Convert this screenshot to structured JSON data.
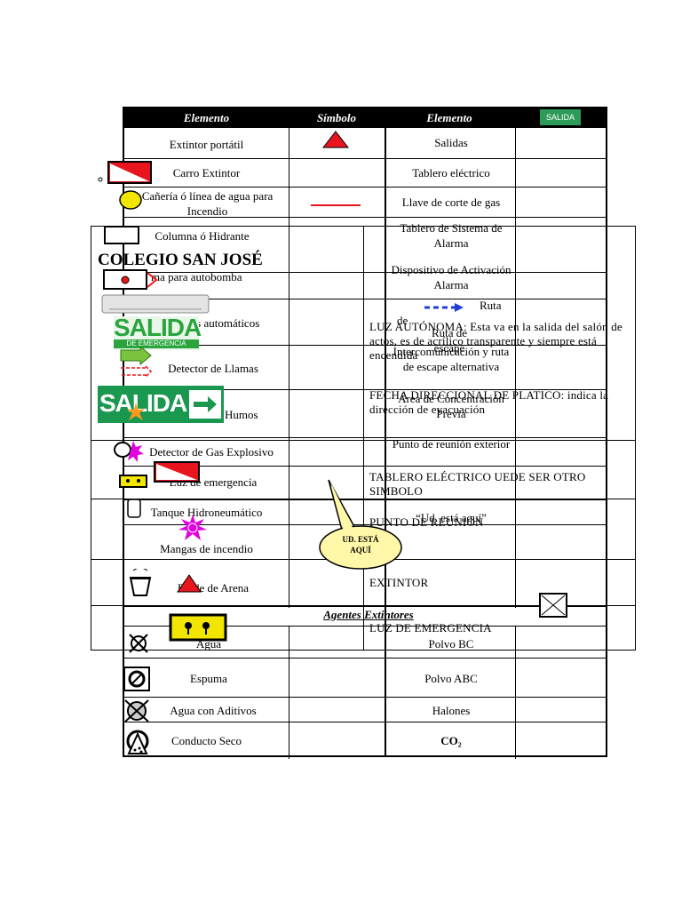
{
  "header": {
    "col1": "Elemento",
    "col2": "Símbolo",
    "col3": "Elemento",
    "col4_badge": "SALIDA"
  },
  "left_rows": [
    "Extintor portátil",
    "Carro Extintor",
    "Cañería ó línea de agua para Incendio",
    "Columna ó Hidrante",
    "ma para autobomba",
    "Rociadores automáticos",
    "Detector de Llamas",
    "Detector de Humos",
    "Detector de Gas Explosivo",
    "Luz de emergencia",
    "Tanque Hidroneumático",
    "Mangas de incendio",
    "Balde de Arena"
  ],
  "right_rows": [
    "Salidas",
    "Tablero eléctrico",
    "Llave de corte de gas",
    "Tablero de Sistema de Alarma",
    "Dispositivo de Activación Alarma",
    "Ruta de escape",
    "Intercomunicación y ruta de escape alternativa",
    "Área de Concentración Previa",
    "Punto de reunión exterior",
    "“Ud. está aquí”"
  ],
  "agentes": {
    "title": "Agentes Extintores",
    "left": [
      "Agua",
      "Espuma",
      "Agua con Aditivos",
      "Conducto Seco"
    ],
    "right": [
      "Polvo BC",
      "Polvo ABC",
      "Halones",
      "CO₂"
    ]
  },
  "overlay": {
    "school": "COLEGIO SAN JOSÉ",
    "luz_autonoma": "LUZ AUTÓNOMA: Esta va en la salida del salón de actos, es de acrílico transparente y siempre está encendida",
    "flecha": "FECHA DIRECCIONAL DE PLATICO: indica la dirección de evacuación",
    "tablero": "TABLERO ELÉCTRICO UEDE SER OTRO SIMBOLO",
    "punto": "PUNTO DE REUNIÓN",
    "extintor": "EXTINTOR",
    "luz_emergencia": "LUZ DE EMERGENCIA",
    "callout": "UD. ESTÁ AQUÍ",
    "ruta_label": "Ruta",
    "de_label": "de",
    "salida_sign_1": "SALIDA",
    "salida_sign_1_sub": "DE EMERGENCIA",
    "salida_sign_2": "SALIDA"
  },
  "colors": {
    "red": "#e8141e",
    "green": "#1a9850",
    "yellow": "#f2e600",
    "magenta": "#e000e0",
    "blue": "#1f3dd9"
  }
}
